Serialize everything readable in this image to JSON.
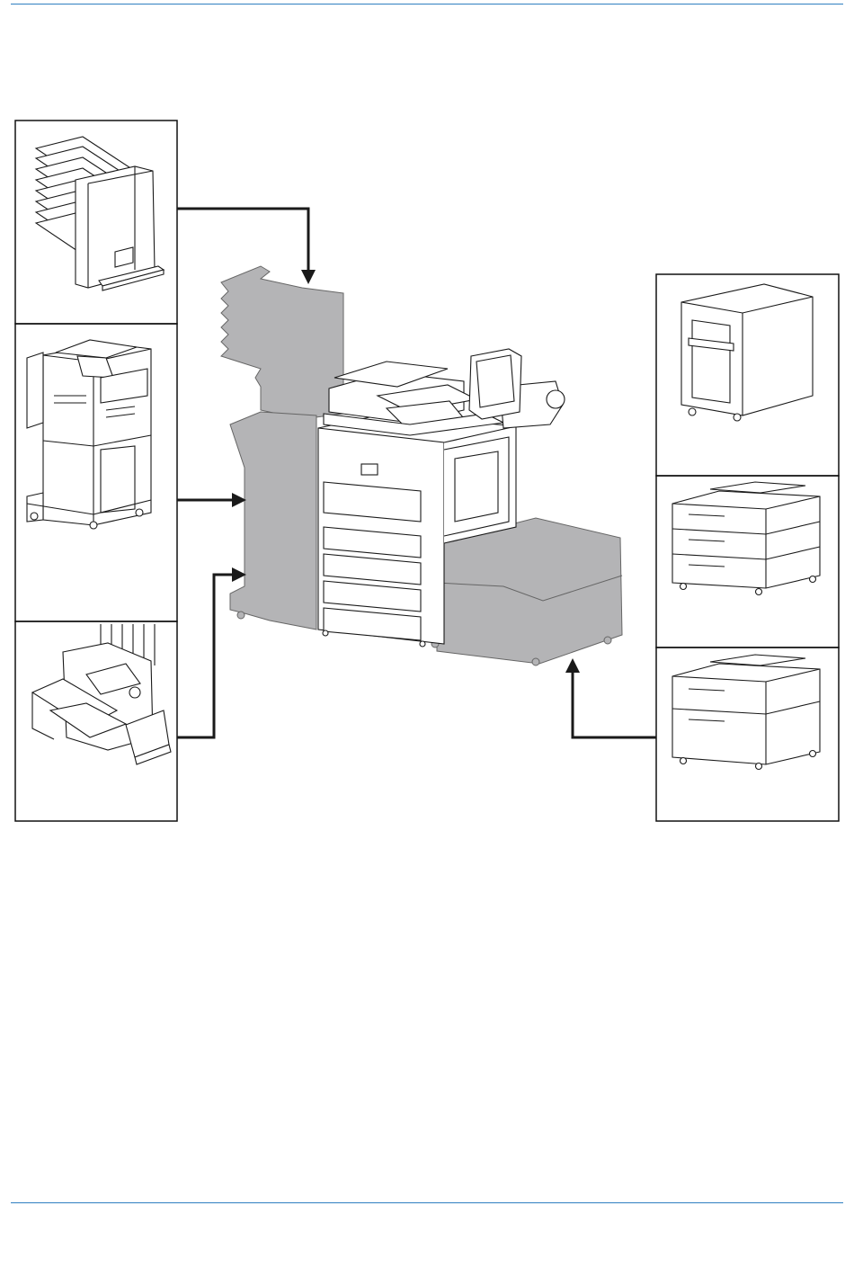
{
  "page": {
    "rule_color": "#2f7fc1"
  },
  "diagram": {
    "ink": "#1a1a1a",
    "silhouette_fill": "#b4b4b6",
    "silhouette_stroke": "#666666",
    "frame_stroke": "#111111",
    "left_options": [
      {
        "name": "mailbox-unit",
        "icon": "mailbox-icon"
      },
      {
        "name": "document-finisher",
        "icon": "finisher-icon"
      },
      {
        "name": "folding-unit",
        "icon": "folding-unit-icon"
      }
    ],
    "right_options": [
      {
        "name": "large-capacity-feeder",
        "icon": "large-capacity-feeder-icon"
      },
      {
        "name": "paper-feeder-3-cassette",
        "icon": "paper-feeder-icon"
      },
      {
        "name": "paper-feeder-2-cassette",
        "icon": "paper-feeder-icon"
      }
    ],
    "main_unit": {
      "name": "copier-main-unit",
      "icon": "copier-icon"
    }
  }
}
